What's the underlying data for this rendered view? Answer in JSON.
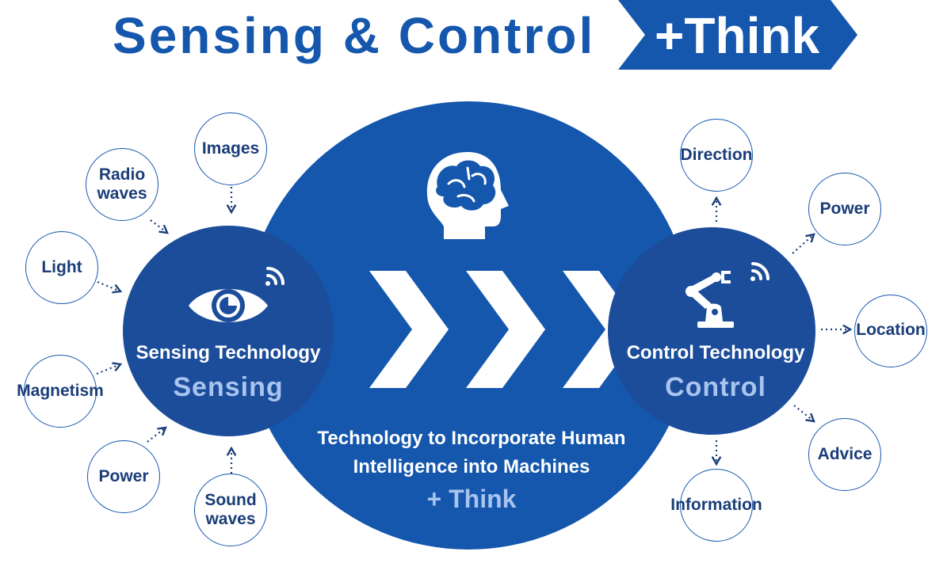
{
  "title": {
    "main": "Sensing & Control",
    "tag": "+Think"
  },
  "center": {
    "caption_line1": "Technology to Incorporate Human",
    "caption_line2": "Intelligence into Machines",
    "think": "+ Think"
  },
  "sensing": {
    "title": "Sensing Technology",
    "subtitle": "Sensing",
    "inputs": {
      "images": "Images",
      "radio": [
        "Radio",
        "waves"
      ],
      "light": "Light",
      "magnetism": "Magnetism",
      "power": "Power",
      "sound": [
        "Sound",
        "waves"
      ]
    }
  },
  "control": {
    "title": "Control Technology",
    "subtitle": "Control",
    "outputs": {
      "direction": "Direction",
      "power": "Power",
      "location": "Location",
      "advice": "Advice",
      "information": "Information"
    }
  },
  "colors": {
    "primary": "#1457ad",
    "dark": "#1b4d9b",
    "light_text": "#a9c4ee",
    "node_text": "#1a3d78"
  },
  "icons": [
    "brain-head-icon",
    "eye-icon",
    "wifi-signal-icon",
    "robot-arm-icon",
    "chevron-arrow-icon",
    "dotted-arrow-icon"
  ]
}
